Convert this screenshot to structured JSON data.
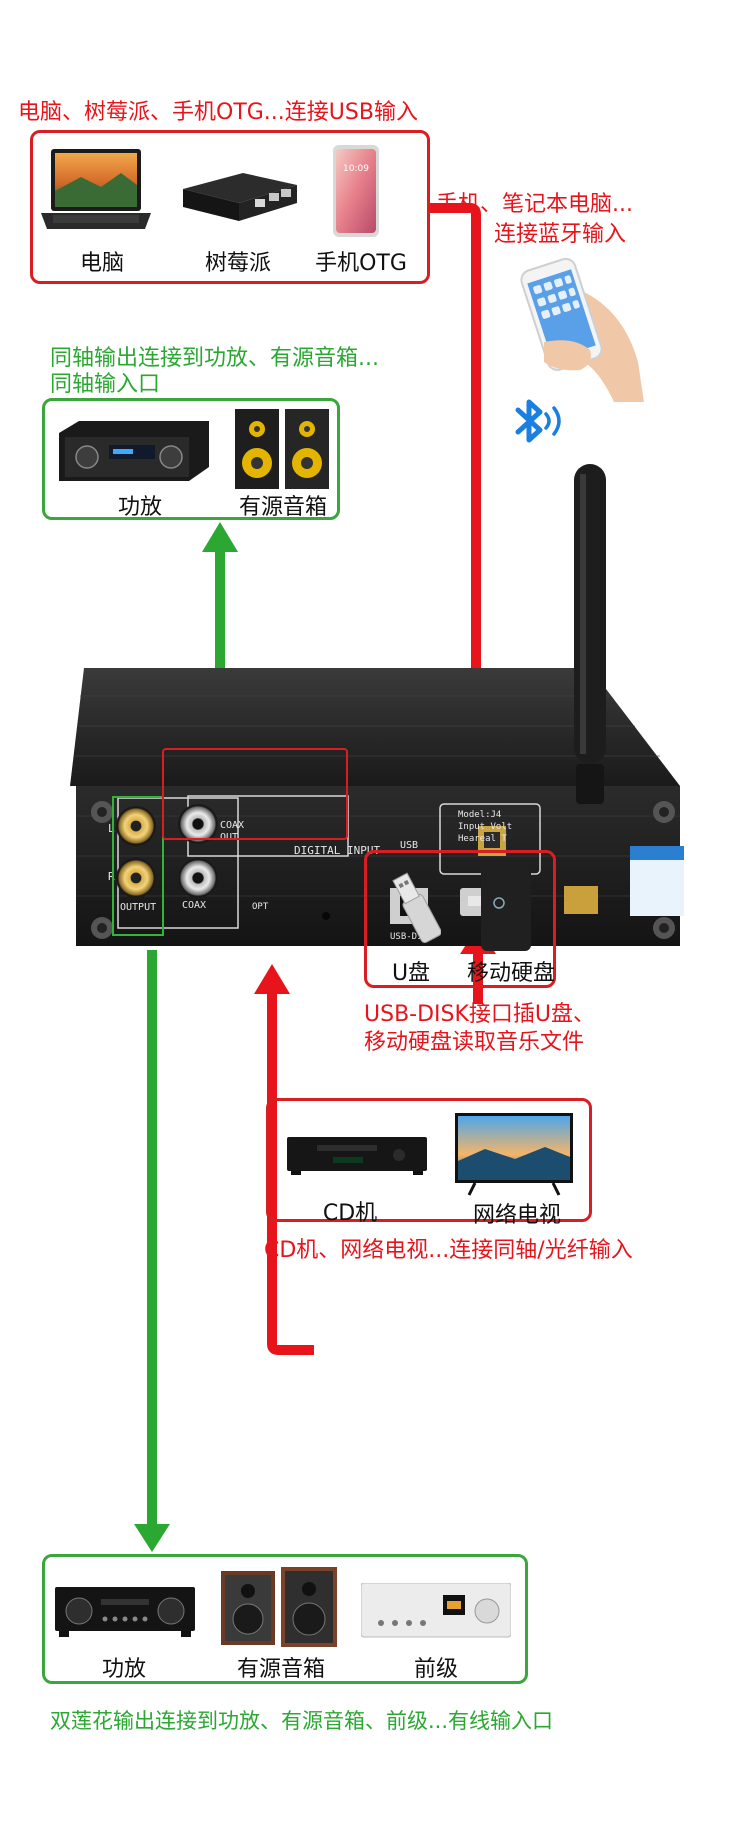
{
  "captions": {
    "usb_input": "电脑、树莓派、手机OTG...连接USB输入",
    "bluetooth_line1": "手机、笔记本电脑...",
    "bluetooth_line2": "连接蓝牙输入",
    "coax_out_line1": "同轴输出连接到功放、有源音箱...",
    "coax_out_line2": "同轴输入口",
    "usb_disk_line1": "USB-DISK接口插U盘、",
    "usb_disk_line2": "移动硬盘读取音乐文件",
    "coax_opt_input": "CD机、网络电视...连接同轴/光纤输入",
    "analog_output": "双莲花输出连接到功放、有源音箱、前级...有线输入口"
  },
  "usb_devices": [
    "电脑",
    "树莓派",
    "手机OTG"
  ],
  "coax_out_devices": [
    "功放",
    "有源音箱"
  ],
  "usb_disk_devices": [
    "U盘",
    "移动硬盘"
  ],
  "source_devices": [
    "CD机",
    "网络电视"
  ],
  "output_devices": [
    "功放",
    "有源音箱",
    "前级"
  ],
  "panel": {
    "coax_out": "COAX\nOUT",
    "output": "OUTPUT",
    "coax": "COAX",
    "opt": "OPT",
    "digital_input": "DIGITAL INPUT",
    "usb": "USB",
    "usb_disk": "USB-DISK",
    "model_line1": "Model:J4",
    "model_line2": "Input Volt",
    "model_line3": "Heareal T",
    "left": "L",
    "right": "R"
  },
  "colors": {
    "red": "#e8141b",
    "green": "#2aa832",
    "bluetooth": "#1a7fe0"
  },
  "icons": [
    "laptop-icon",
    "raspberry-pi-icon",
    "phone-icon",
    "amplifier-icon",
    "speaker-icon",
    "usb-stick-icon",
    "hard-drive-icon",
    "cd-player-icon",
    "tv-icon",
    "preamp-icon",
    "bluetooth-icon"
  ]
}
